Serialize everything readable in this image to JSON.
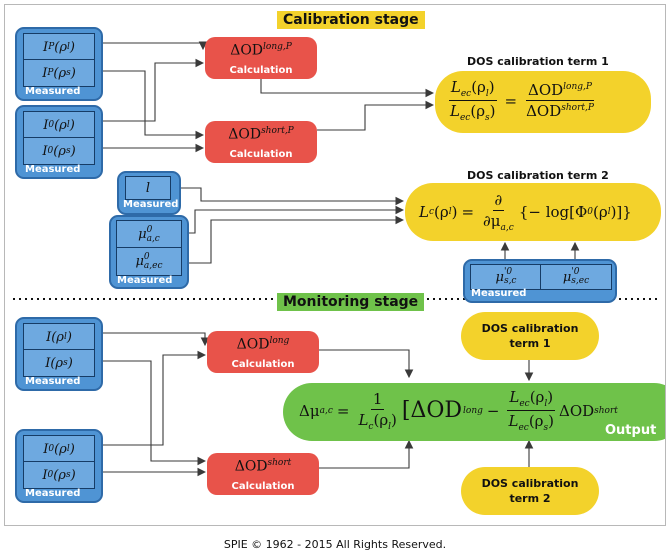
{
  "calibration": {
    "title": "Calibration stage",
    "boxes": [
      {
        "cells": [
          {
            "sym": "I",
            "sup": "P",
            "arg": "(ρ",
            "sub": "l",
            "close": ")"
          },
          {
            "sym": "I",
            "sup": "P",
            "arg": "(ρ",
            "sub": "s",
            "close": ")"
          }
        ],
        "label": "Measured"
      },
      {
        "cells": [
          {
            "sym": "I",
            "sup": "0",
            "arg": "(ρ",
            "sub": "l",
            "close": ")"
          },
          {
            "sym": "I",
            "sup": "0",
            "arg": "(ρ",
            "sub": "s",
            "close": ")"
          }
        ],
        "label": "Measured"
      },
      {
        "cells": [
          {
            "sym": "l"
          }
        ],
        "label": "Measured"
      },
      {
        "cells": [
          {
            "sym": "μ",
            "sup": "0",
            "sub": "a,c"
          },
          {
            "sym": "μ",
            "sup": "0",
            "sub": "a,ec"
          }
        ],
        "label": "Measured"
      },
      {
        "cells": [
          {
            "sym": "μ",
            "sup": "'0",
            "sub": "s,c"
          },
          {
            "sym": "μ",
            "sup": "'0",
            "sub": "s,ec"
          }
        ],
        "label": "Measured"
      }
    ],
    "calcs": [
      {
        "prefix": "ΔOD",
        "sup": "long,P",
        "label": "Calculation"
      },
      {
        "prefix": "ΔOD",
        "sup": "short,P",
        "label": "Calculation"
      }
    ],
    "term1": {
      "heading": "DOS calibration term 1",
      "lhs_num": "L",
      "lhs_num_sub": "ec",
      "lhs_num_arg": "(ρ",
      "lhs_num_argsub": "l",
      "lhs_close": ")",
      "lhs_den": "L",
      "lhs_den_sub": "ec",
      "lhs_den_arg": "(ρ",
      "lhs_den_argsub": "s",
      "eq": "=",
      "rhs_num": "ΔOD",
      "rhs_num_sup": "long,P",
      "rhs_den": "ΔOD",
      "rhs_den_sup": "short,P"
    },
    "term2": {
      "heading": "DOS calibration term 2",
      "lhs": "L",
      "lhs_sub": "c",
      "lhs_arg": "(ρ",
      "lhs_argsub": "l",
      "lhs_close": ")",
      "eq": "=",
      "d_num": "∂",
      "d_den": "∂μ",
      "d_den_sub": "a,c",
      "body": "{− log[Φ",
      "body_sup": "0",
      "body_arg": "(ρ",
      "body_argsub": "l",
      "body_close": ")]}"
    }
  },
  "monitoring": {
    "title": "Monitoring stage",
    "boxes": [
      {
        "cells": [
          {
            "sym": "I",
            "arg": "(ρ",
            "sub": "l",
            "close": ")"
          },
          {
            "sym": "I",
            "arg": "(ρ",
            "sub": "s",
            "close": ")"
          }
        ],
        "label": "Measured"
      },
      {
        "cells": [
          {
            "sym": "I",
            "sup": "0",
            "arg": "(ρ",
            "sub": "l",
            "close": ")"
          },
          {
            "sym": "I",
            "sup": "0",
            "arg": "(ρ",
            "sub": "s",
            "close": ")"
          }
        ],
        "label": "Measured"
      }
    ],
    "calcs": [
      {
        "prefix": "ΔOD",
        "sup": "long",
        "label": "Calculation"
      },
      {
        "prefix": "ΔOD",
        "sup": "short",
        "label": "Calculation"
      }
    ],
    "term1_pill": {
      "line1": "DOS calibration",
      "line2": "term 1"
    },
    "term2_pill": {
      "line1": "DOS calibration",
      "line2": "term 2"
    },
    "output": {
      "lhs": "Δμ",
      "lhs_sub": "a,c",
      "eq": "=",
      "f_num": "1",
      "f_den": "L",
      "f_den_sub": "c",
      "f_den_arg": "(ρ",
      "f_den_argsub": "l",
      "f_den_close": ")",
      "open": "[ΔOD",
      "open_sup": "long",
      "minus": "−",
      "g_num": "L",
      "g_num_sub": "ec",
      "g_num_arg": "(ρ",
      "g_num_argsub": "l",
      "g_num_close": ")",
      "g_den": "L",
      "g_den_sub": "ec",
      "g_den_arg": "(ρ",
      "g_den_argsub": "s",
      "g_den_close": ")",
      "tail": "ΔOD",
      "tail_sup": "short",
      "label": "Output"
    }
  },
  "footer": "SPIE © 1962 - 2015 All Rights Reserved.",
  "colors": {
    "measured": "#4f94d4",
    "calculation": "#e8534a",
    "calibration_term": "#f3d22b",
    "monitoring": "#6fc24a",
    "arrow": "#3a3a3a"
  }
}
